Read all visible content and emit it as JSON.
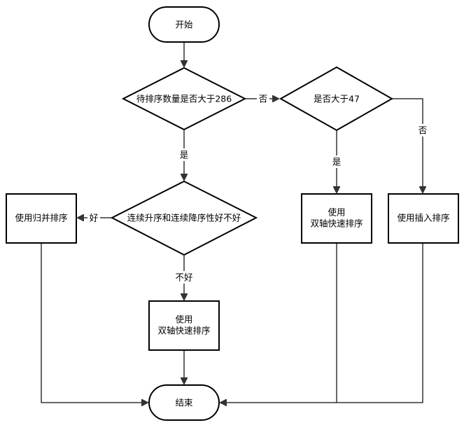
{
  "nodes": {
    "start": {
      "label": "开始"
    },
    "decision_286": {
      "label": "待排序数量是否大于286"
    },
    "decision_47": {
      "label": "是否大于47"
    },
    "decision_ordered": {
      "label": "连续升序和连续降序性好不好"
    },
    "merge_sort": {
      "label": "使用归并排序"
    },
    "dual_pivot_1": {
      "line1": "使用",
      "line2": "双轴快速排序"
    },
    "dual_pivot_2": {
      "line1": "使用",
      "line2": "双轴快速排序"
    },
    "insertion_sort": {
      "label": "使用插入排序"
    },
    "end": {
      "label": "结束"
    }
  },
  "edge_labels": {
    "no_286": "否",
    "yes_286": "是",
    "yes_47": "是",
    "no_47": "否",
    "good": "好",
    "not_good": "不好"
  }
}
